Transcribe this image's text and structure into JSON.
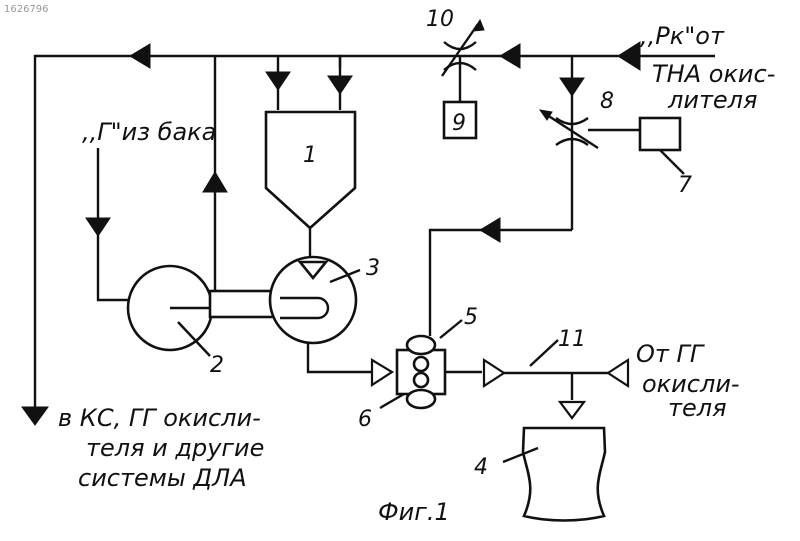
{
  "watermark": "1626796",
  "labels": {
    "fuel_from_tank": ",,Г\"из бака",
    "pk_line1": ",,Pк\"от",
    "pk_line2": "ТНА окис-",
    "pk_line3": "лителя",
    "to_chambers_line1": "в КС, ГГ окисли-",
    "to_chambers_line2": "теля и другие",
    "to_chambers_line3": "системы ДЛА",
    "from_gg_line1": "От ГГ",
    "from_gg_line2": "окисли-",
    "from_gg_line3": "теля",
    "figure_caption": "Фиг.1"
  },
  "numbers": {
    "n1": "1",
    "n2": "2",
    "n3": "3",
    "n4": "4",
    "n5": "5",
    "n6": "6",
    "n7": "7",
    "n8": "8",
    "n9": "9",
    "n10": "10",
    "n11": "11"
  }
}
